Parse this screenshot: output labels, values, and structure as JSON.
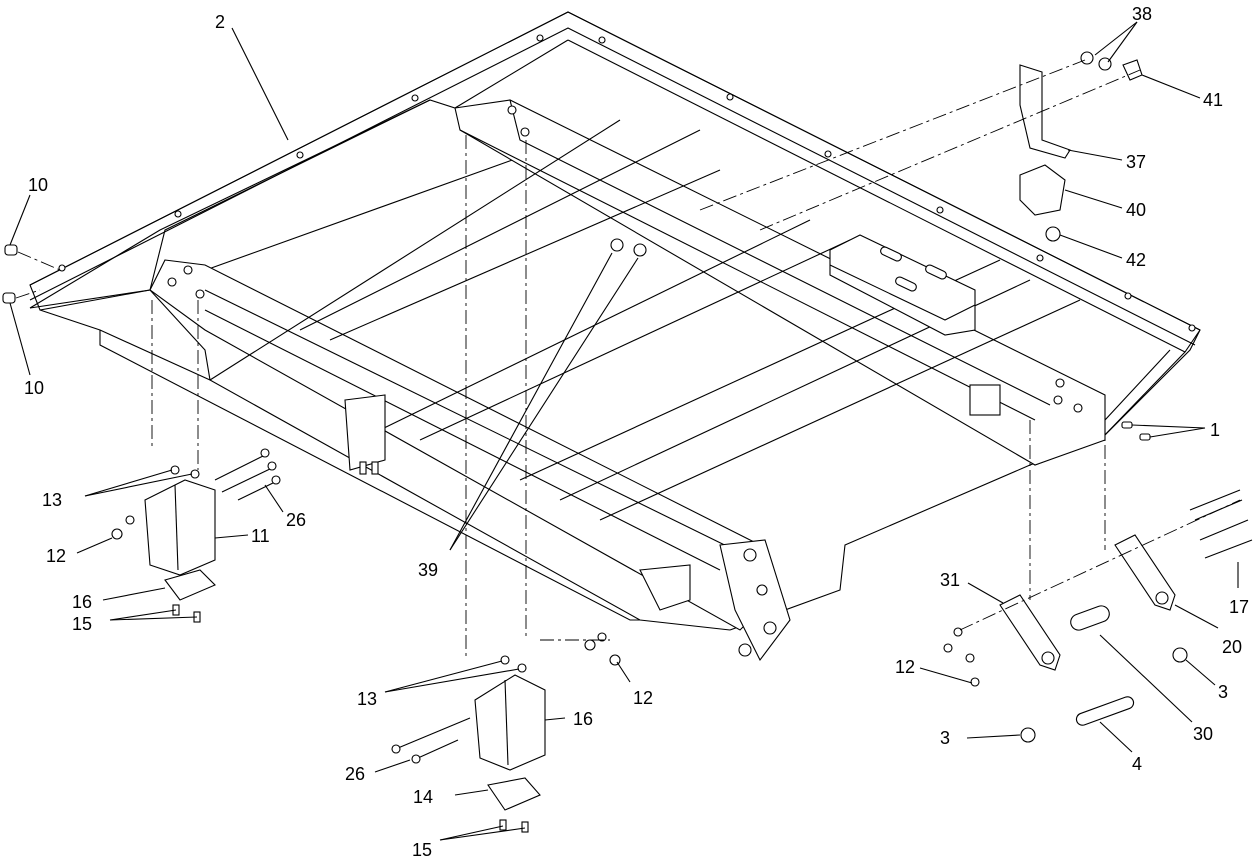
{
  "diagram": {
    "callouts": [
      {
        "id": "c2",
        "label": "2"
      },
      {
        "id": "c38",
        "label": "38"
      },
      {
        "id": "c41",
        "label": "41"
      },
      {
        "id": "c37",
        "label": "37"
      },
      {
        "id": "c40",
        "label": "40"
      },
      {
        "id": "c42",
        "label": "42"
      },
      {
        "id": "c10a",
        "label": "10"
      },
      {
        "id": "c10b",
        "label": "10"
      },
      {
        "id": "c1",
        "label": "1"
      },
      {
        "id": "c13a",
        "label": "13"
      },
      {
        "id": "c26a",
        "label": "26"
      },
      {
        "id": "c11",
        "label": "11"
      },
      {
        "id": "c12a",
        "label": "12"
      },
      {
        "id": "c16a",
        "label": "16"
      },
      {
        "id": "c15a",
        "label": "15"
      },
      {
        "id": "c39",
        "label": "39"
      },
      {
        "id": "c31",
        "label": "31"
      },
      {
        "id": "c17",
        "label": "17"
      },
      {
        "id": "c20",
        "label": "20"
      },
      {
        "id": "c12b",
        "label": "12"
      },
      {
        "id": "c3a",
        "label": "3"
      },
      {
        "id": "c30",
        "label": "30"
      },
      {
        "id": "c3b",
        "label": "3"
      },
      {
        "id": "c4",
        "label": "4"
      },
      {
        "id": "c13b",
        "label": "13"
      },
      {
        "id": "c12c",
        "label": "12"
      },
      {
        "id": "c16b",
        "label": "16"
      },
      {
        "id": "c26b",
        "label": "26"
      },
      {
        "id": "c14",
        "label": "14"
      },
      {
        "id": "c15b",
        "label": "15"
      }
    ]
  }
}
